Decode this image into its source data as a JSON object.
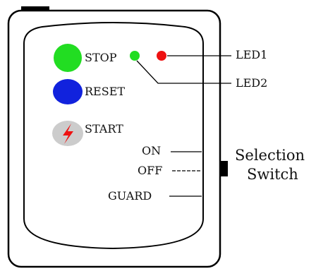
{
  "buttons": [
    {
      "id": "stop",
      "label": "STOP",
      "color": "#22dd22"
    },
    {
      "id": "reset",
      "label": "RESET",
      "color": "#1122dd"
    },
    {
      "id": "start",
      "label": "START",
      "color": "#cccccc",
      "icon": "lightning-icon",
      "icon_color": "#ee1111"
    }
  ],
  "leds": [
    {
      "id": "led2",
      "color": "#22dd22",
      "callout": "LED2"
    },
    {
      "id": "led1",
      "color": "#ee1111",
      "callout": "LED1"
    }
  ],
  "switch_positions": [
    "ON",
    "OFF",
    "GUARD"
  ],
  "switch_callout": {
    "line1": "Selection",
    "line2": "Switch"
  }
}
